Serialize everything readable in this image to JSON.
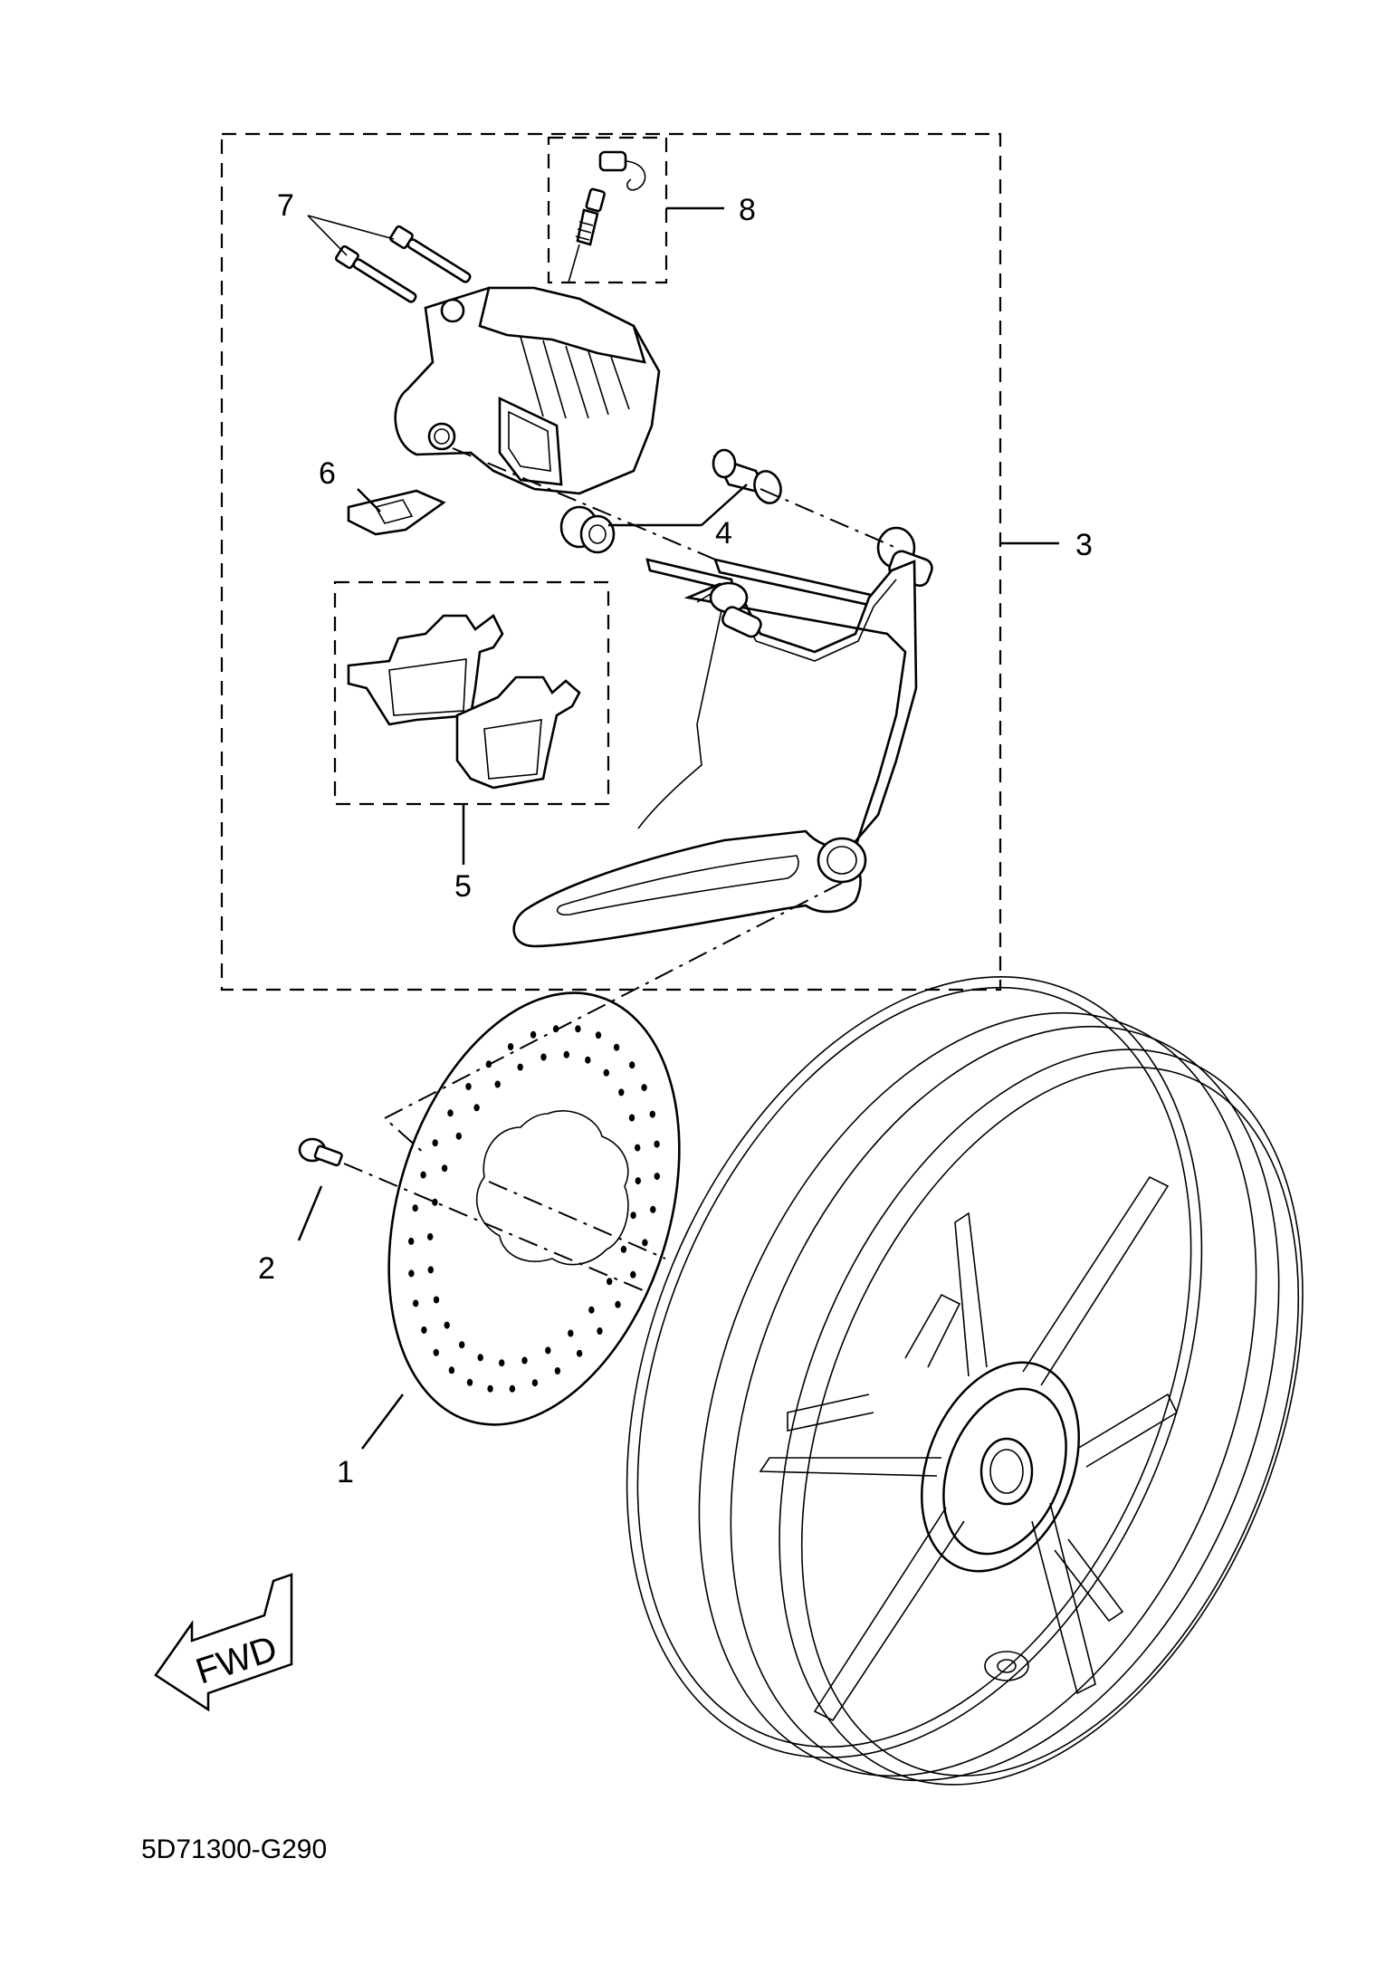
{
  "callouts": {
    "disc": "1",
    "bolt": "2",
    "caliper_assembly": "3",
    "sleeve": "4",
    "pad_kit": "5",
    "spring_clip": "6",
    "pin": "7",
    "bleed_screw_kit": "8"
  },
  "fwd_label": "FWD",
  "diagram_code": "5D71300-G290",
  "icons": {
    "fwd_arrow": "fwd-arrow-icon"
  },
  "colors": {
    "ink": "#000000",
    "paper": "#ffffff"
  }
}
